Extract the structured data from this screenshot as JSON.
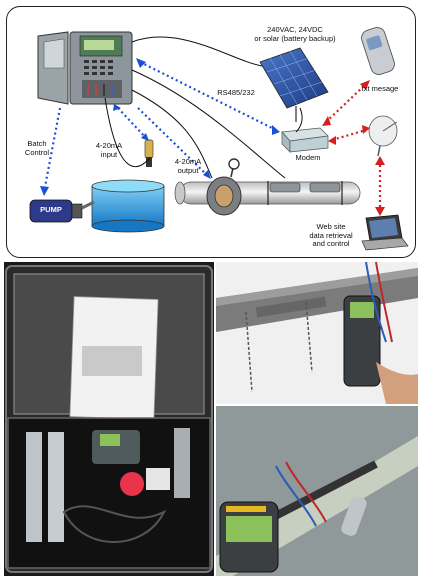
{
  "labels": {
    "power": "240VAC, 24VDC\nor solar (battery backup)",
    "txt_message": "txt mesage",
    "rs485": "RS485/232",
    "modem": "Modem",
    "batch_control": "Batch\nControl",
    "input_420": "4-20mA\ninput",
    "output_420": "4-20mA\noutput",
    "web_site": "Web site\ndata retrieval\nand control",
    "pump": "PUMP"
  },
  "colors": {
    "link_blue": "#1a4fd6",
    "link_red": "#d42020",
    "water": "#2aa4e0",
    "pipe": "#d8d8d8"
  }
}
